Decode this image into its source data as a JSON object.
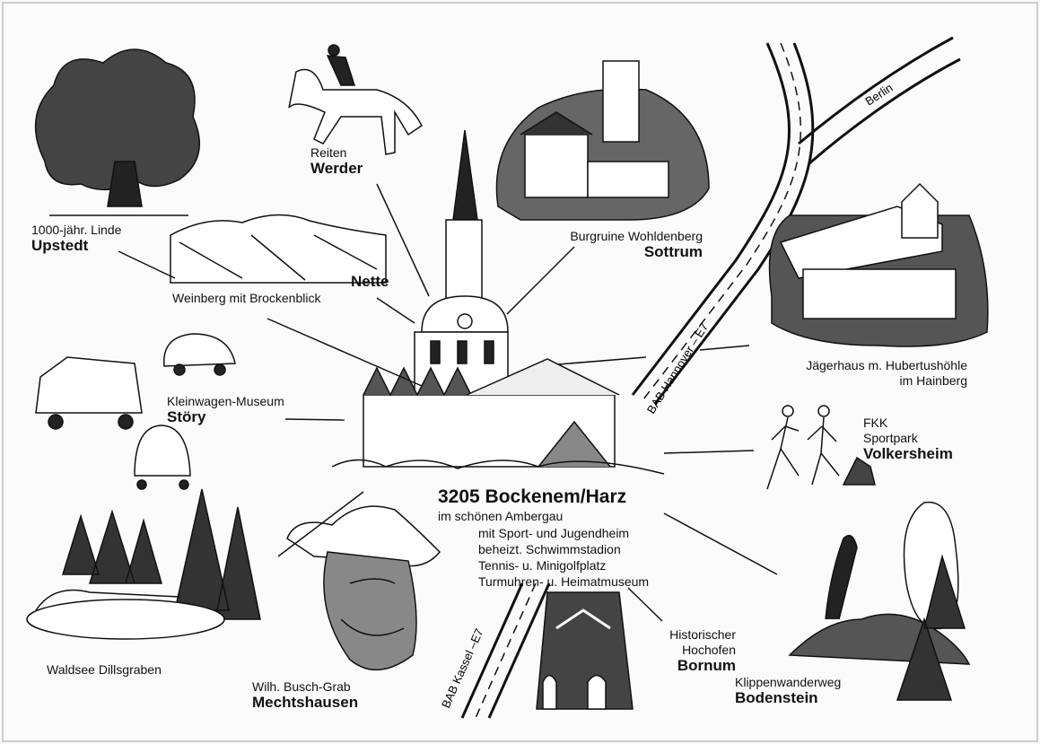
{
  "town": {
    "title": "3205 Bockenem/Harz",
    "subtitle": "im schönen Ambergau",
    "facilities": [
      "mit Sport- und Jugendheim",
      "beheizt. Schwimmstadion",
      "Tennis- u. Minigolfplatz",
      "Turmuhren- u. Heimatmuseum"
    ]
  },
  "places": {
    "upstedt": {
      "desc": "1000-jähr. Linde",
      "name": "Upstedt"
    },
    "werder": {
      "desc": "Reiten",
      "name": "Werder"
    },
    "sottrum": {
      "desc": "Burgruine Wohldenberg",
      "name": "Sottrum"
    },
    "nette": {
      "desc": "Weinberg mit Brockenblick",
      "name": "Nette"
    },
    "jaegerhaus": {
      "line1": "Jägerhaus m. Hubertushöhle",
      "line2": "im Hainberg"
    },
    "stoery": {
      "desc": "Kleinwagen-Museum",
      "name": "Störy"
    },
    "volkersheim": {
      "line1": "FKK",
      "line2": "Sportpark",
      "name": "Volkersheim"
    },
    "waldsee": {
      "desc": "Waldsee Dillsgraben"
    },
    "mechtshausen": {
      "desc": "Wilh. Busch-Grab",
      "name": "Mechtshausen"
    },
    "bornum": {
      "line1": "Historischer",
      "line2": "Hochofen",
      "name": "Bornum"
    },
    "bodenstein": {
      "desc": "Klippenwanderweg",
      "name": "Bodenstein"
    }
  },
  "roads": {
    "berlin": "Berlin",
    "hannover": "BAB Hannover – E7",
    "kassel": "BAB Kassel –E7"
  }
}
